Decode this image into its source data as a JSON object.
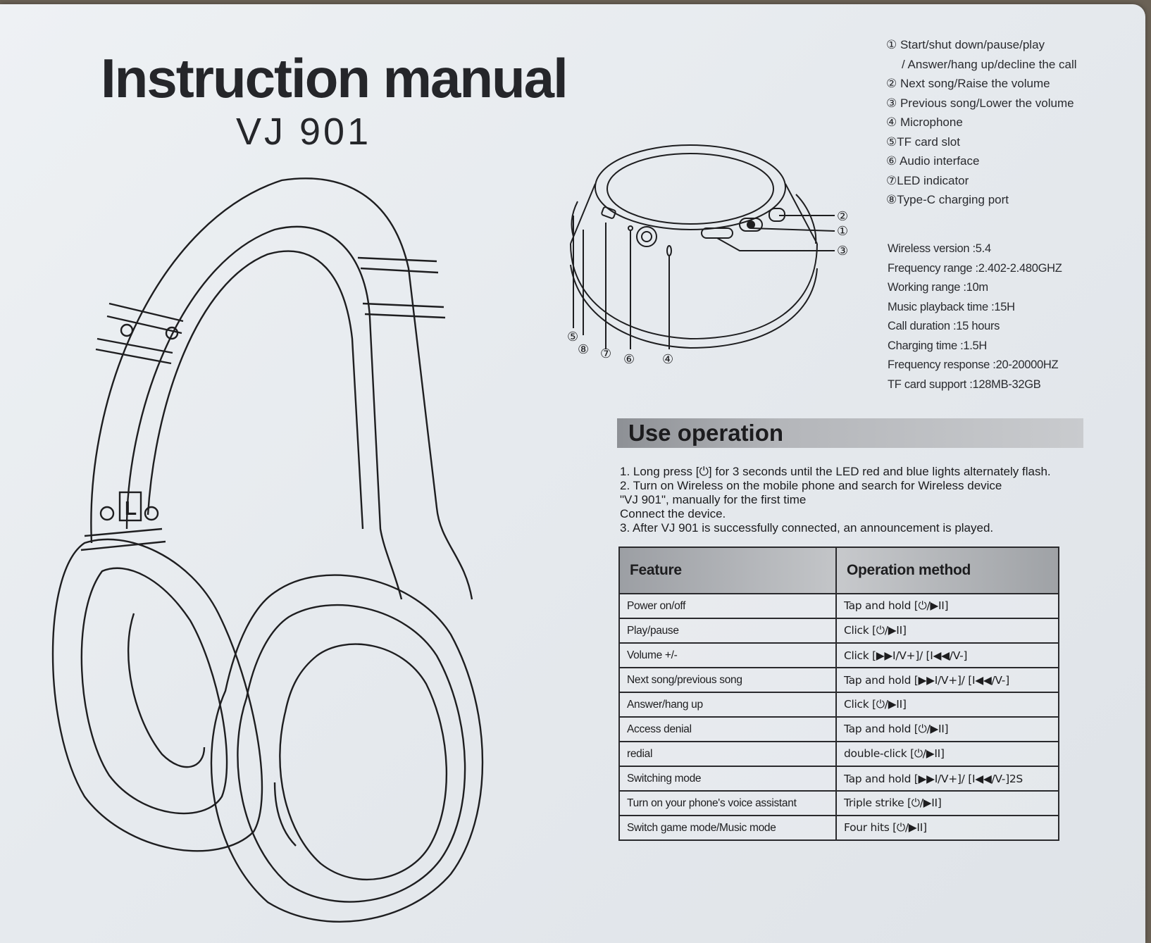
{
  "header": {
    "title": "Instruction manual",
    "model": "VJ 901"
  },
  "diagram": {
    "side_tag": "L",
    "callouts": [
      "②",
      "①",
      "③",
      "⑤",
      "⑧",
      "⑦",
      "⑥",
      "④"
    ]
  },
  "legend": [
    "① Start/shut down/pause/play",
    "/ Answer/hang up/decline the call",
    "② Next song/Raise the volume",
    "③ Previous song/Lower the volume",
    "④ Microphone",
    "⑤TF card slot",
    "⑥ Audio interface",
    "⑦LED indicator",
    "⑧Type-C charging port"
  ],
  "specs": [
    "Wireless version :5.4",
    "Frequency range :2.402-2.480GHZ",
    "Working range :10m",
    "Music playback time :15H",
    "Call duration :15 hours",
    "Charging time :1.5H",
    "Frequency response :20-20000HZ",
    "TF card support :128MB-32GB"
  ],
  "use_operation": {
    "title": "Use operation",
    "steps": [
      "1. Long press [⏻] for 3 seconds until the LED red and blue lights alternately flash.",
      "2. Turn on Wireless on the mobile phone and search for Wireless device",
      "\"VJ 901\", manually for the first time",
      "Connect the device.",
      "3. After VJ 901 is successfully connected, an announcement is played."
    ]
  },
  "table": {
    "headers": [
      "Feature",
      "Operation method"
    ],
    "rows": [
      [
        "Power on/off",
        "Tap and hold [⏻/▶II]"
      ],
      [
        "Play/pause",
        "Click [⏻/▶II]"
      ],
      [
        "Volume +/-",
        "Click [▶▶I/V+]/ [I◀◀/V-]"
      ],
      [
        "Next song/previous song",
        "Tap and hold [▶▶I/V+]/ [I◀◀/V-]"
      ],
      [
        "Answer/hang up",
        "Click [⏻/▶II]"
      ],
      [
        "Access denial",
        "Tap and hold [⏻/▶II]"
      ],
      [
        "redial",
        "double-click [⏻/▶II]"
      ],
      [
        "Switching mode",
        "Tap and hold [▶▶I/V+]/ [I◀◀/V-]2S"
      ],
      [
        "Turn on your phone's voice assistant",
        "Triple strike [⏻/▶II]"
      ],
      [
        "Switch game mode/Music mode",
        "Four hits [⏻/▶II]"
      ]
    ]
  },
  "colors": {
    "ink": "#25262a",
    "paper": "#e8ebef",
    "header_gray": "#a9acb0"
  }
}
